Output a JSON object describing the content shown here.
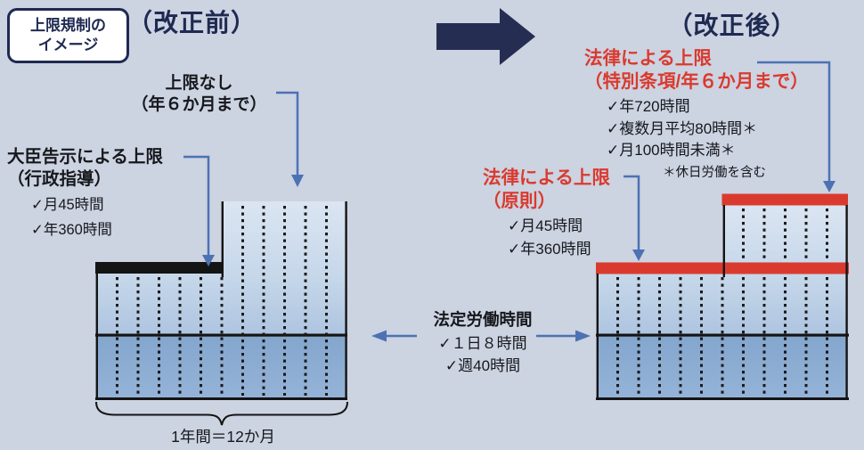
{
  "badge": {
    "line1": "上限規制の",
    "line2": "イメージ"
  },
  "titles": {
    "before": "（改正前）",
    "after": "（改正後）"
  },
  "before_chart": {
    "no_limit": {
      "line1": "上限なし",
      "line2": "（年６か月まで）"
    },
    "minister": {
      "line1": "大臣告示による上限",
      "line2": "（行政指導）",
      "items": [
        "✓月45時間",
        "✓年360時間"
      ]
    },
    "year_label": "1年間＝12か月"
  },
  "after_chart": {
    "special": {
      "line1": "法律による上限",
      "line2": "（特別条項/年６か月まで）",
      "items": [
        "✓年720時間",
        "✓複数月平均80時間＊",
        "✓月100時間未満＊"
      ],
      "note": "＊休日労働を含む"
    },
    "principle": {
      "line1": "法律による上限",
      "line2": "（原則）",
      "items": [
        "✓月45時間",
        "✓年360時間"
      ]
    }
  },
  "statutory": {
    "title": "法定労働時間",
    "items": [
      "✓１日８時間",
      "✓週40時間"
    ]
  },
  "colors": {
    "background": "#ccd3e1",
    "navy": "#1f2a52",
    "red": "#da3a2e",
    "arrow_blue": "#4c72b4",
    "band_dark_blue": "#8cadd3",
    "band_light_blue": "#bcd0e6"
  }
}
